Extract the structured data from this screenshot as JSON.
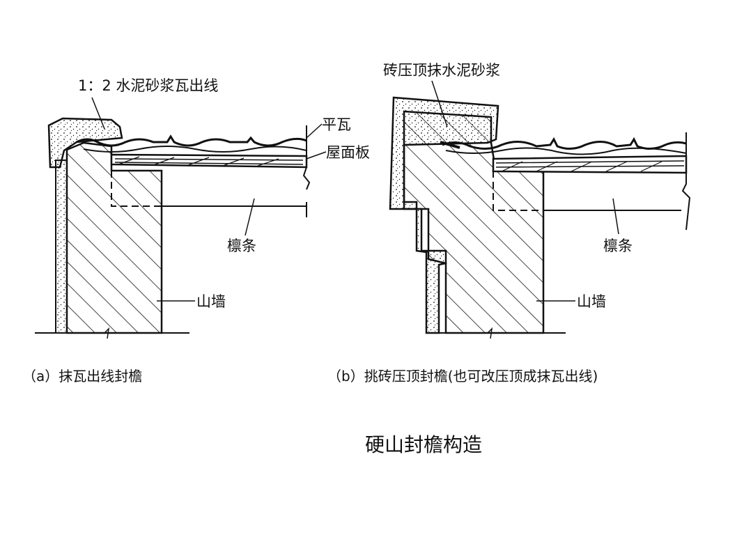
{
  "title": "硬山封檐构造",
  "panel_a": {
    "caption": "（a）抹瓦出线封檐",
    "labels": {
      "mortar": "1：2 水泥砂浆瓦出线",
      "tile": "平瓦",
      "roof_board": "屋面板",
      "purlin": "檩条",
      "gable_wall": "山墙"
    }
  },
  "panel_b": {
    "caption": "（b）挑砖压顶封檐(也可改压顶成抹瓦出线)",
    "labels": {
      "coping": "砖压顶抹水泥砂浆",
      "purlin": "檩条",
      "gable_wall": "山墙"
    }
  }
}
